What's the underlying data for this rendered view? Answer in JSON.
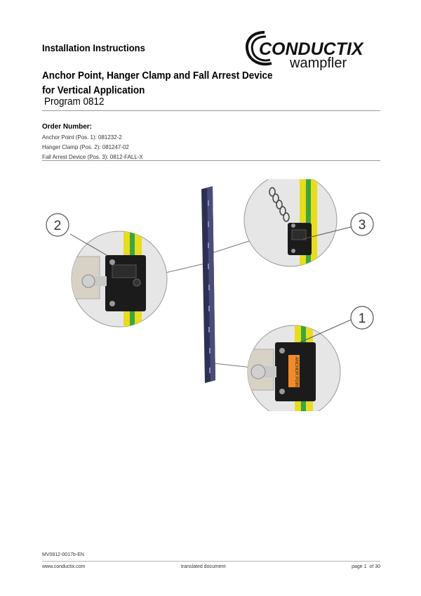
{
  "header": {
    "doc_type": "Installation Instructions",
    "title_line1": "Anchor Point, Hanger Clamp and Fall Arrest Device",
    "title_line2": "for Vertical Application",
    "program": "Program 0812"
  },
  "logo": {
    "text_main": "CONDUCTIX",
    "text_sub": "wampfler"
  },
  "order": {
    "title": "Order Number:",
    "lines": [
      "Anchor Point (Pos. 1): 081232-2",
      "Hanger Clamp (Pos. 2): 081247-02",
      "Fall Arrest Device (Pos. 3): 0812-FALL-X"
    ]
  },
  "illustration": {
    "callouts": [
      "1",
      "2",
      "3"
    ],
    "anchor_label": "ANCHOR POINT"
  },
  "footer": {
    "doc_code": "MV0812-0017b-EN",
    "website": "www.conductix.com",
    "center": "translated document",
    "page": "page 1  of 30"
  },
  "colors": {
    "rail": "#2e2f55",
    "ground_yellow": "#e8dc1e",
    "ground_green": "#3aa640",
    "clamp_black": "#1b1b1b",
    "anchor_orange": "#f08a2a",
    "detail_circle": "#e6e6e6"
  }
}
